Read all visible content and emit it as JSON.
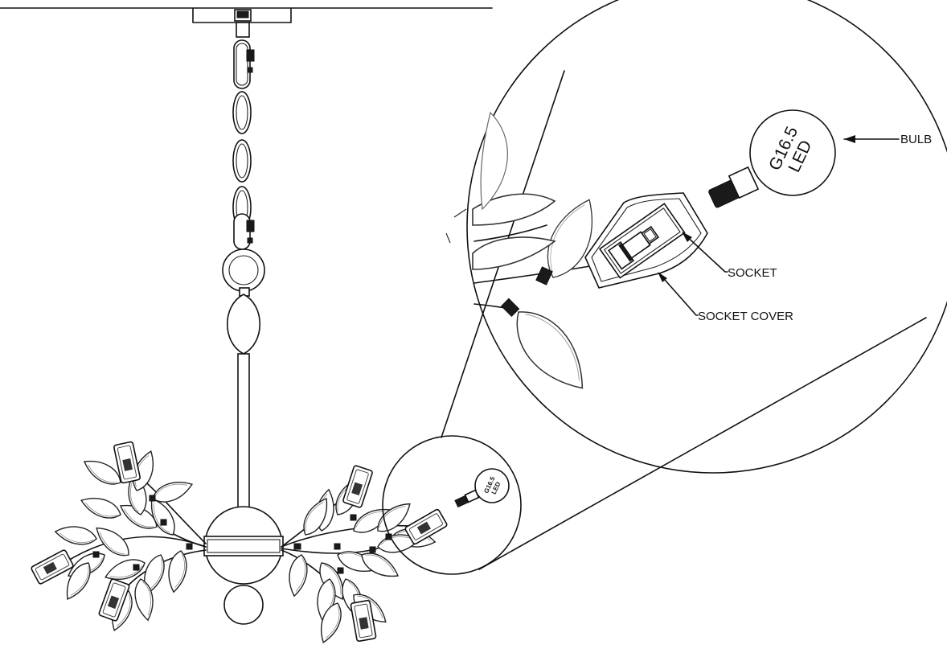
{
  "labels": {
    "bulb": "BULB",
    "socket": "SOCKET",
    "socket_cover": "SOCKET COVER"
  },
  "bulb_text": {
    "line1": "G16.5",
    "line2": "LED"
  }
}
